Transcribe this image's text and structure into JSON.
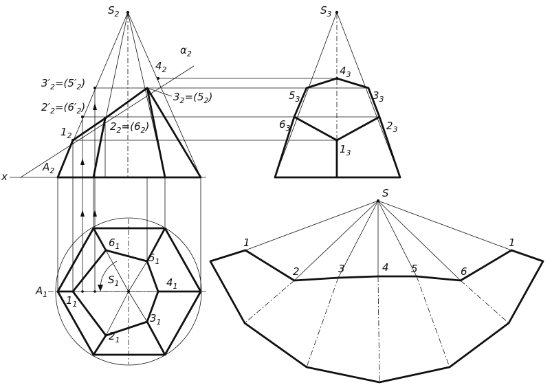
{
  "labels": {
    "s2": "S",
    "s2_sub": "2",
    "s3": "S",
    "s3_sub": "3",
    "alpha2": "α",
    "alpha2_sub": "2",
    "p4_2": "4",
    "p4_2_sub": "2",
    "p3p_2": "3",
    "p3p_2_mid": "′",
    "p3p_2_sub": "2",
    "p3p_2_rest": "=(5′",
    "p3p_2_sub2": "2",
    "p3p_2_end": ")",
    "p2p_2": "2",
    "p2p_2_mid": "′",
    "p2p_2_sub": "2",
    "p2p_2_rest": "=(6′",
    "p2p_2_sub2": "2",
    "p2p_2_end": ")",
    "p1_2": "1",
    "p1_2_sub": "2",
    "a2": "A",
    "a2_sub": "2",
    "x": "x",
    "p2_2": "2",
    "p2_2_sub": "2",
    "p2_2_rest": "=(6",
    "p2_2_sub2": "2",
    "p2_2_end": ")",
    "p3_2": "3",
    "p3_2_sub": "2",
    "p3_2_rest": "=(5",
    "p3_2_sub2": "2",
    "p3_2_end": ")",
    "p4_3": "4",
    "p4_3_sub": "3",
    "p5_3": "5",
    "p5_3_sub": "3",
    "p3_3": "3",
    "p3_3_sub": "3",
    "p6_3": "6",
    "p6_3_sub": "3",
    "p2_3": "2",
    "p2_3_sub": "3",
    "p1_3": "1",
    "p1_3_sub": "3",
    "a1": "A",
    "a1_sub": "1",
    "s1": "S",
    "s1_sub": "1",
    "p6_1": "6",
    "p6_1_sub": "1",
    "p5_1": "5",
    "p5_1_sub": "1",
    "p4_1": "4",
    "p4_1_sub": "1",
    "p1_1": "1",
    "p1_1_sub": "1",
    "p2_1": "2",
    "p2_1_sub": "1",
    "p3_1": "3",
    "p3_1_sub": "1",
    "dev_s": "S",
    "dev_1l": "1",
    "dev_2": "2",
    "dev_3": "3",
    "dev_4": "4",
    "dev_5": "5",
    "dev_6": "6",
    "dev_1r": "1"
  },
  "colors": {
    "ink": "#111111",
    "paper": "#ffffff"
  }
}
